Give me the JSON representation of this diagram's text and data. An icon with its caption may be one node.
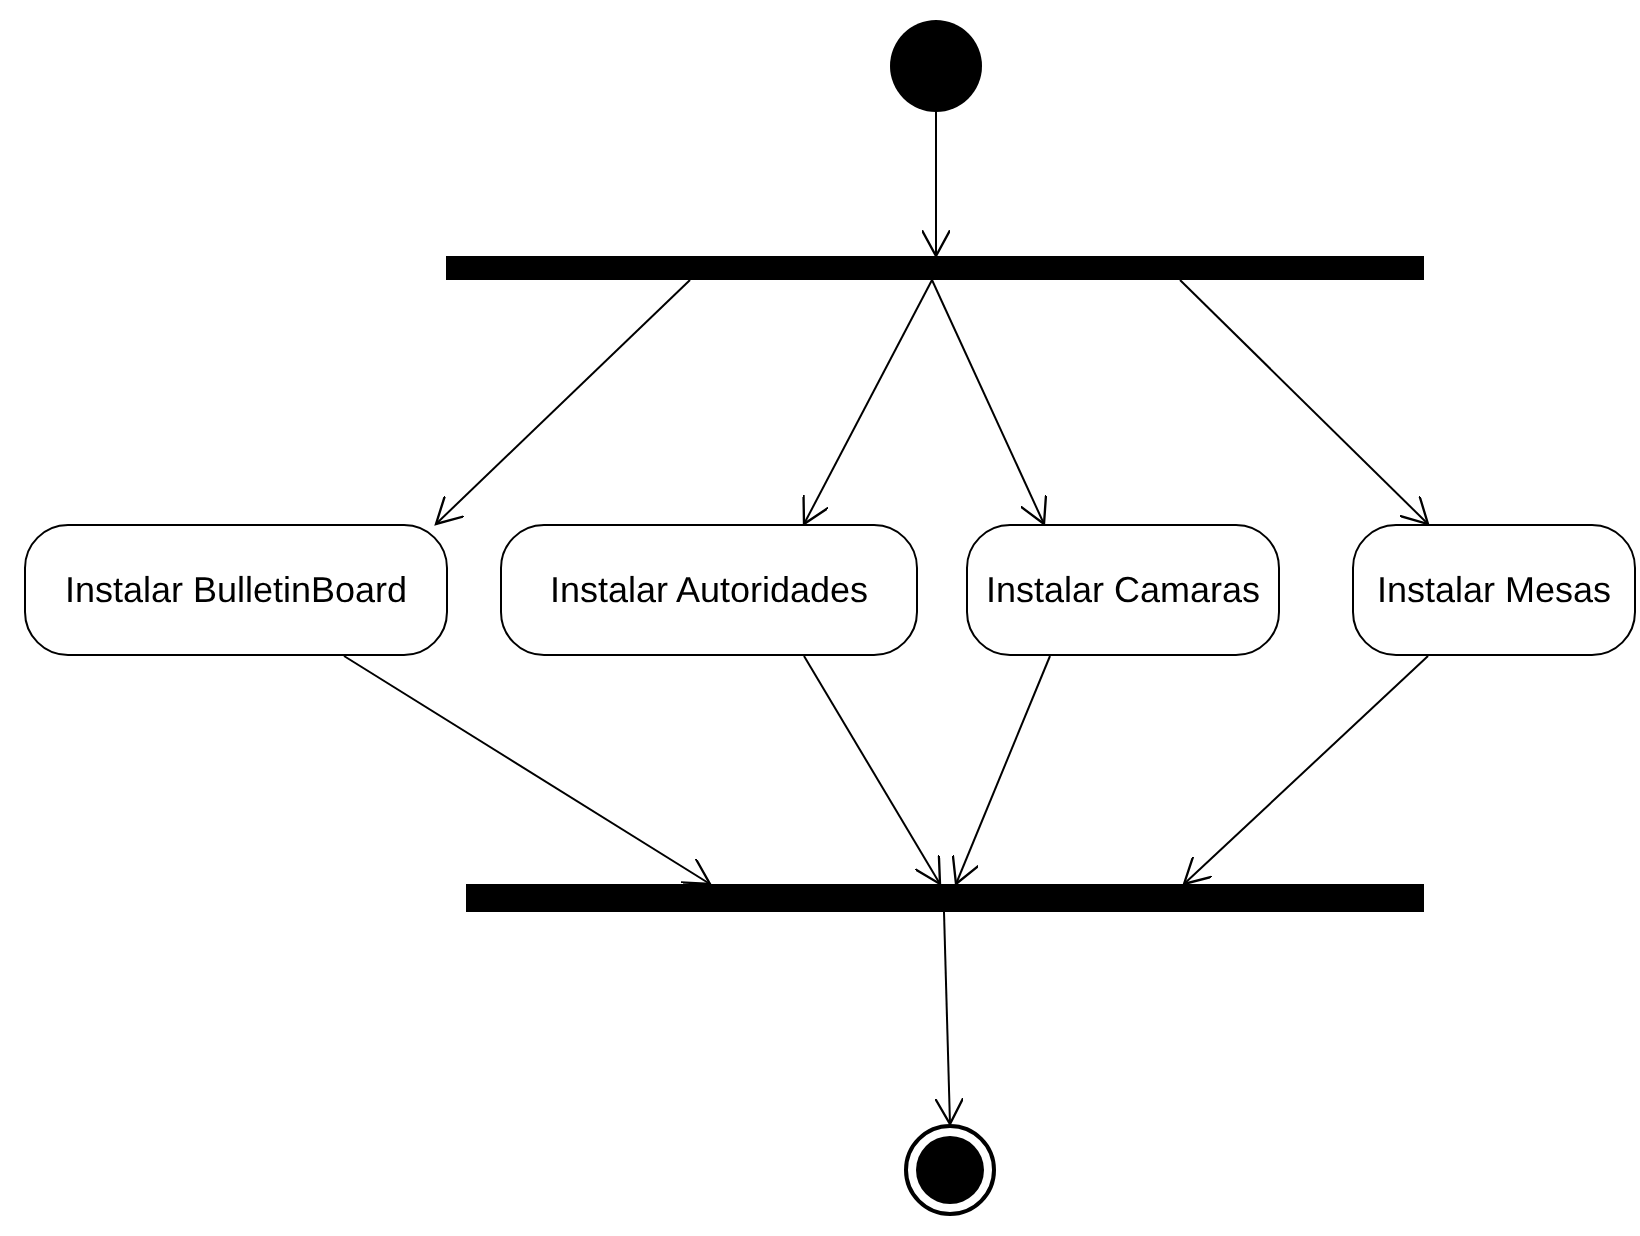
{
  "diagram": {
    "nodes": [
      {
        "text": [],
        "shape": "circle"
      },
      {
        "text": [],
        "shape": "bar"
      },
      {
        "text": [
          "Instalar BulletinBoard"
        ]
      },
      {
        "text": [
          "Instalar Autoridades"
        ]
      },
      {
        "text": [
          "Instalar Camaras"
        ]
      },
      {
        "text": [
          "Instalar Mesas"
        ]
      },
      {
        "text": [],
        "shape": "bar"
      },
      {
        "text": [],
        "shape": "bullseye"
      }
    ],
    "edges": [
      {
        "from": 0,
        "to": 1,
        "arrow": "to"
      },
      {
        "from": 1,
        "to": 2,
        "arrow": "to"
      },
      {
        "from": 1,
        "to": 3,
        "arrow": "to"
      },
      {
        "from": 1,
        "to": 4,
        "arrow": "to"
      },
      {
        "from": 1,
        "to": 5,
        "arrow": "to"
      },
      {
        "from": 2,
        "to": 6,
        "arrow": "to"
      },
      {
        "from": 3,
        "to": 6,
        "arrow": "to"
      },
      {
        "from": 4,
        "to": 6,
        "arrow": "to"
      },
      {
        "from": 5,
        "to": 6,
        "arrow": "to"
      },
      {
        "from": 6,
        "to": 7,
        "arrow": "to"
      }
    ]
  }
}
